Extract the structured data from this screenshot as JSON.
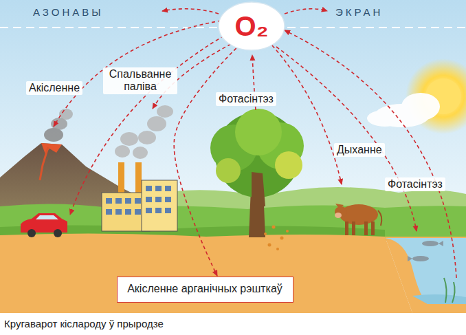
{
  "diagram": {
    "caption": "Кругаварот кіслароду ў прыродзе",
    "nodes": [
      {
        "text": [
          "O₂"
        ]
      },
      {
        "text": [
          "Акісленне арганічных рэшткаў"
        ]
      }
    ],
    "edges": [
      {
        "from": 0,
        "to": 1,
        "arrow": "to"
      }
    ],
    "labels": [
      "АЗОНАВЫ",
      "ЭКРАН",
      "Акісленне",
      "Спальванне паліва",
      "Фотасінтэз",
      "Дыханне",
      "Фотасінтэз"
    ]
  }
}
